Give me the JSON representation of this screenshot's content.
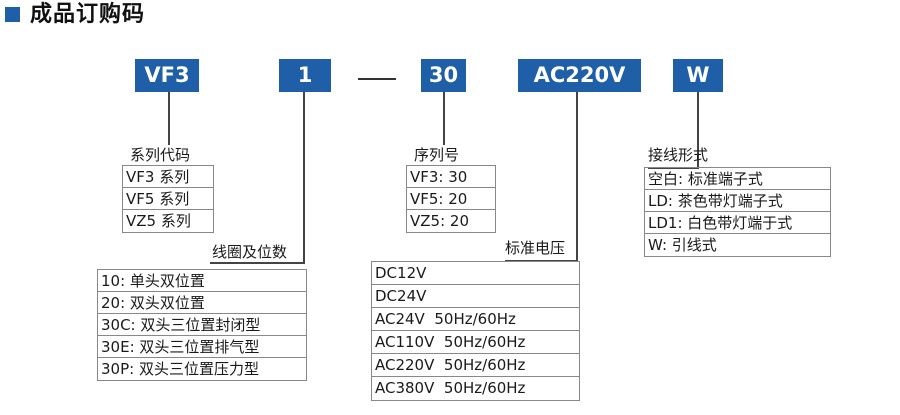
{
  "header": {
    "title": "成品订购码"
  },
  "codes": {
    "series": "VF3",
    "coil": "1",
    "dash": "—",
    "number": "30",
    "voltage": "AC220V",
    "wiring": "W"
  },
  "groups": {
    "series_code": {
      "title": "系列代码",
      "rows": [
        "VF3 系列",
        "VF5 系列",
        "VZ5 系列"
      ]
    },
    "serial_number": {
      "title": "序列号",
      "rows": [
        "VF3: 30",
        "VF5: 20",
        "VZ5: 20"
      ]
    },
    "wiring_form": {
      "title": "接线形式",
      "rows": [
        "空白: 标准端子式",
        "LD: 茶色带灯端子式",
        "LD1: 白色带灯端于式",
        "W: 引线式"
      ]
    },
    "coil_positions": {
      "title": "线圈及位数",
      "rows": [
        "10: 单头双位置",
        "20: 双头双位置",
        "30C: 双头三位置封闭型",
        "30E: 双头三位置排气型",
        "30P: 双头三位置压力型"
      ]
    },
    "rated_voltage": {
      "title": "标准电压",
      "rows": [
        "DC12V",
        "DC24V",
        "AC24V  50Hz/60Hz",
        "AC110V  50Hz/60Hz",
        "AC220V  50Hz/60Hz",
        "AC380V  50Hz/60Hz"
      ]
    }
  },
  "colors": {
    "accent": "#1f5fa8",
    "text": "#1a1a1a",
    "border": "#888888"
  }
}
